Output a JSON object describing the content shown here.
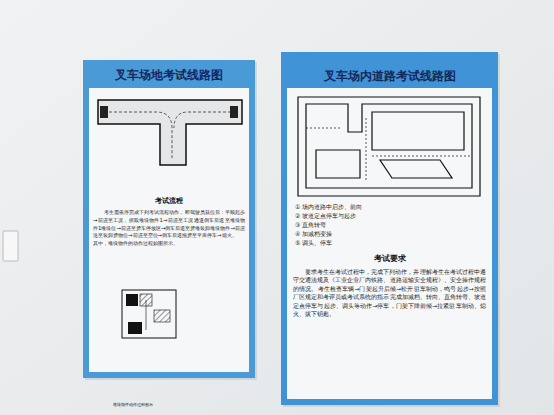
{
  "diagram": {
    "nodes": [
      {
        "text": [
          "叉车场地考试线路图"
        ]
      },
      {
        "text": [
          "考试流程",
          "考生需依序完成下列考试流程动作，即驾驶员就位后：平顺起步→前进至工况，抓取堆垛物件1→前进至工况通道倒车后退至堆垛物件1堆垛位→前进至货车停放区→倒车后退至货堆装卸堆垛物件→前进送至装卸货物位→前进至空位→倒车后退拖货至平库停车→熄火。",
          "其中，堆垛物件的动作过程如图所示。",
          "堆垛物件动作过程图示"
        ],
        "in": 0
      },
      {
        "text": [
          "叉车场内道路考试线路图"
        ]
      },
      {
        "text": [
          "① 场内道路中启步、前向",
          "② 坡道定点停车与起步",
          "③ 直角转弯",
          "④ 加减档变操",
          "⑤ 调头、停车"
        ],
        "in": 2
      },
      {
        "text": [
          "考试要求",
          "要求考生在考试过程中，完成下列动作，并理解考生在考试过程中遵守交通法规及《工业企业厂内铁路、道路运输安全规程》、安全操作规程的情况。考生检查车辆→门架起升后倾→松开驻车制动，鸣号起步→按照厂区规定和考评员或考试系统的指示完成加减档、转向、直角转弯、坡道定点停车与起步、调头等动作→停车，门架下降前倾→拉紧驻车制动、熄火、拔下钥匙。"
        ],
        "in": 2
      }
    ]
  }
}
